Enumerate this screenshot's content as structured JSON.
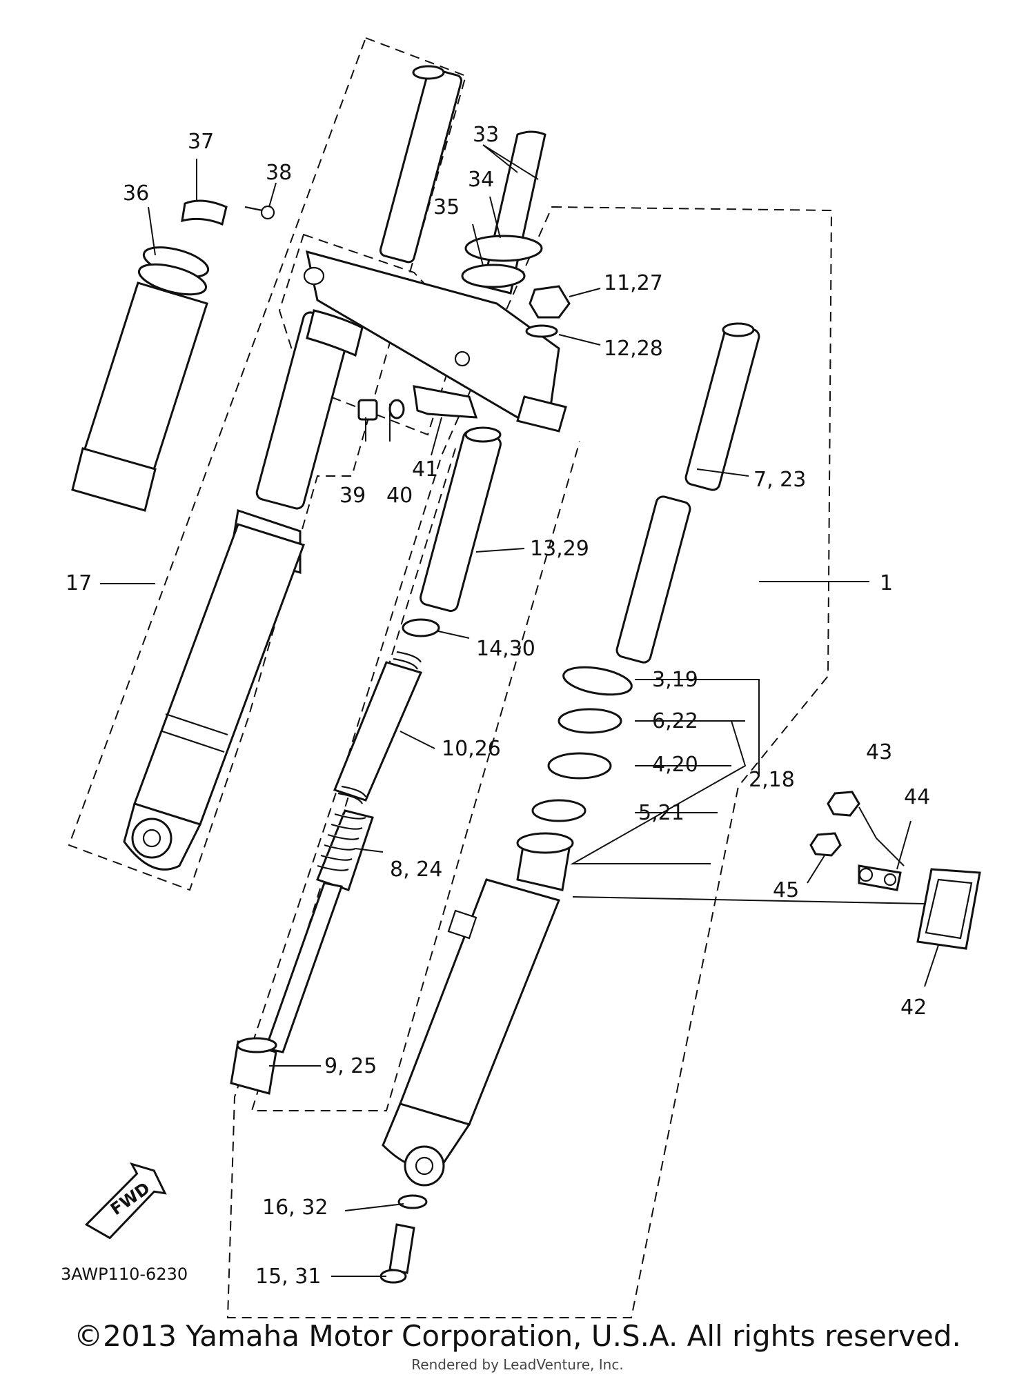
{
  "diagram": {
    "callouts": {
      "c1": "1",
      "c2": "2,18",
      "c3": "3,19",
      "c4": "4,20",
      "c5": "5,21",
      "c6": "6,22",
      "c7": "7, 23",
      "c8": "8, 24",
      "c9": "9, 25",
      "c10": "10,26",
      "c11": "11,27",
      "c12": "12,28",
      "c13": "13,29",
      "c14": "14,30",
      "c15": "15, 31",
      "c16": "16, 32",
      "c17": "17",
      "c33": "33",
      "c34": "34",
      "c35": "35",
      "c36": "36",
      "c37": "37",
      "c38": "38",
      "c39": "39",
      "c40": "40",
      "c41": "41",
      "c42": "42",
      "c43": "43",
      "c44": "44",
      "c45": "45"
    },
    "fwd_label": "FWD",
    "drawing_code": "3AWP110-6230"
  },
  "footer": {
    "copyright": "©2013 Yamaha Motor Corporation, U.S.A. All rights reserved.",
    "rendered_by": "Rendered by LeadVenture, Inc."
  }
}
